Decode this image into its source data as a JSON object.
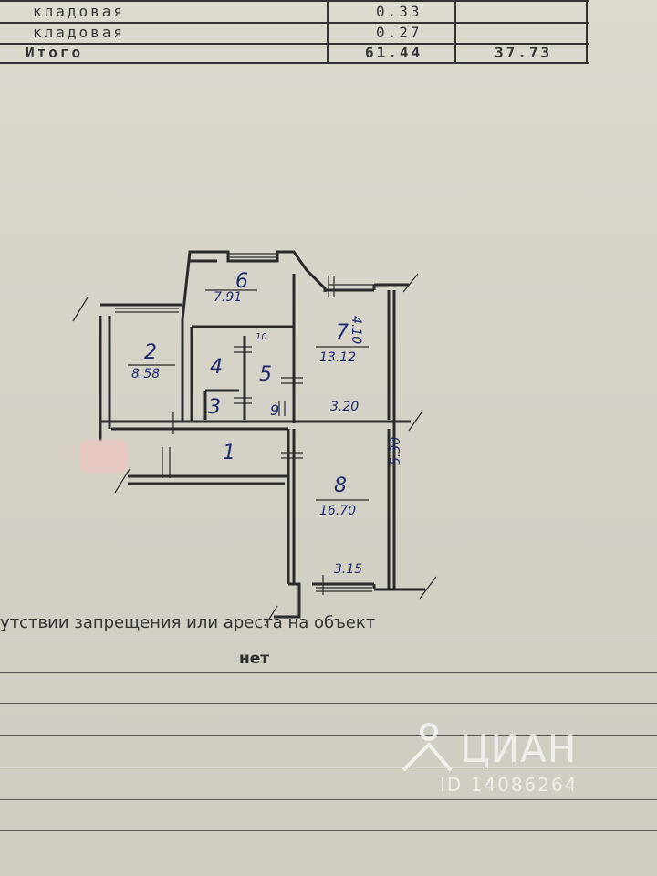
{
  "table": {
    "rows": [
      {
        "name": "кладовая",
        "area": "0.33",
        "living": ""
      },
      {
        "name": "кладовая",
        "area": "0.27",
        "living": ""
      },
      {
        "name": "Итого",
        "area": "61.44",
        "living": "37.73"
      }
    ]
  },
  "plan": {
    "rooms": [
      {
        "num": "1",
        "area": ""
      },
      {
        "num": "2",
        "area": "8.58"
      },
      {
        "num": "3",
        "area": ""
      },
      {
        "num": "4",
        "area": ""
      },
      {
        "num": "5",
        "area": ""
      },
      {
        "num": "6",
        "area": "7.91"
      },
      {
        "num": "7",
        "area": "13.12"
      },
      {
        "num": "8",
        "area": "16.70"
      },
      {
        "num": "9",
        "area": ""
      },
      {
        "num": "10",
        "area": ""
      }
    ],
    "dimensions": {
      "d410": "4.10",
      "d320": "3.20",
      "d530": "5.30",
      "d315": "3.15"
    }
  },
  "notice": {
    "text": "утствии запрещения или ареста на объект",
    "value": "нет"
  },
  "watermark": {
    "brand": "ЦИАН",
    "id": "ID 14086264"
  }
}
